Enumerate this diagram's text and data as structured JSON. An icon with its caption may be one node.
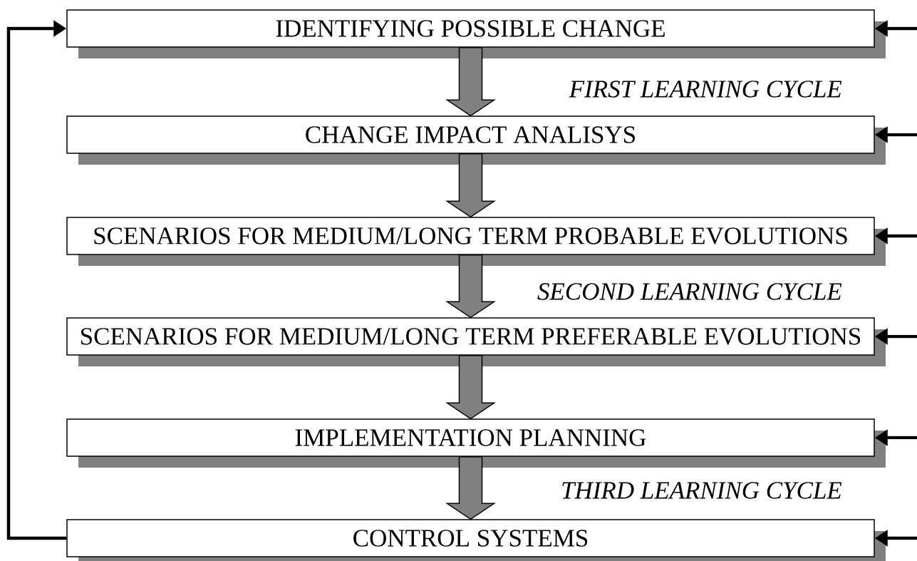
{
  "diagram": {
    "nodes": [
      {
        "text": [
          "IDENTIFYING POSSIBLE CHANGE"
        ]
      },
      {
        "text": [
          "CHANGE IMPACT ANALISYS"
        ]
      },
      {
        "text": [
          "SCENARIOS FOR MEDIUM/LONG TERM PROBABLE EVOLUTIONS"
        ]
      },
      {
        "text": [
          "SCENARIOS FOR MEDIUM/LONG TERM PREFERABLE EVOLUTIONS"
        ]
      },
      {
        "text": [
          "IMPLEMENTATION PLANNING"
        ]
      },
      {
        "text": [
          "CONTROL SYSTEMS"
        ]
      }
    ],
    "edges": [
      {
        "from": 0,
        "to": 1,
        "arrow": "to",
        "style": "thick",
        "color": "#808080"
      },
      {
        "from": 1,
        "to": 2,
        "arrow": "to",
        "style": "thick",
        "color": "#808080"
      },
      {
        "from": 2,
        "to": 3,
        "arrow": "to",
        "style": "thick",
        "color": "#808080"
      },
      {
        "from": 3,
        "to": 4,
        "arrow": "to",
        "style": "thick",
        "color": "#808080"
      },
      {
        "from": 4,
        "to": 5,
        "arrow": "to",
        "style": "thick",
        "color": "#808080"
      },
      {
        "from": 5,
        "to": 0,
        "arrow": "to"
      },
      {
        "from": null,
        "to": 0,
        "arrow": "to"
      },
      {
        "from": null,
        "to": 1,
        "arrow": "to"
      },
      {
        "from": null,
        "to": 2,
        "arrow": "to"
      },
      {
        "from": null,
        "to": 3,
        "arrow": "to"
      },
      {
        "from": null,
        "to": 4,
        "arrow": "to"
      },
      {
        "from": null,
        "to": 5,
        "arrow": "to"
      }
    ],
    "labels": [
      "FIRST LEARNING CYCLE",
      "SECOND LEARNING CYCLE",
      "THIRD LEARNING CYCLE"
    ]
  }
}
